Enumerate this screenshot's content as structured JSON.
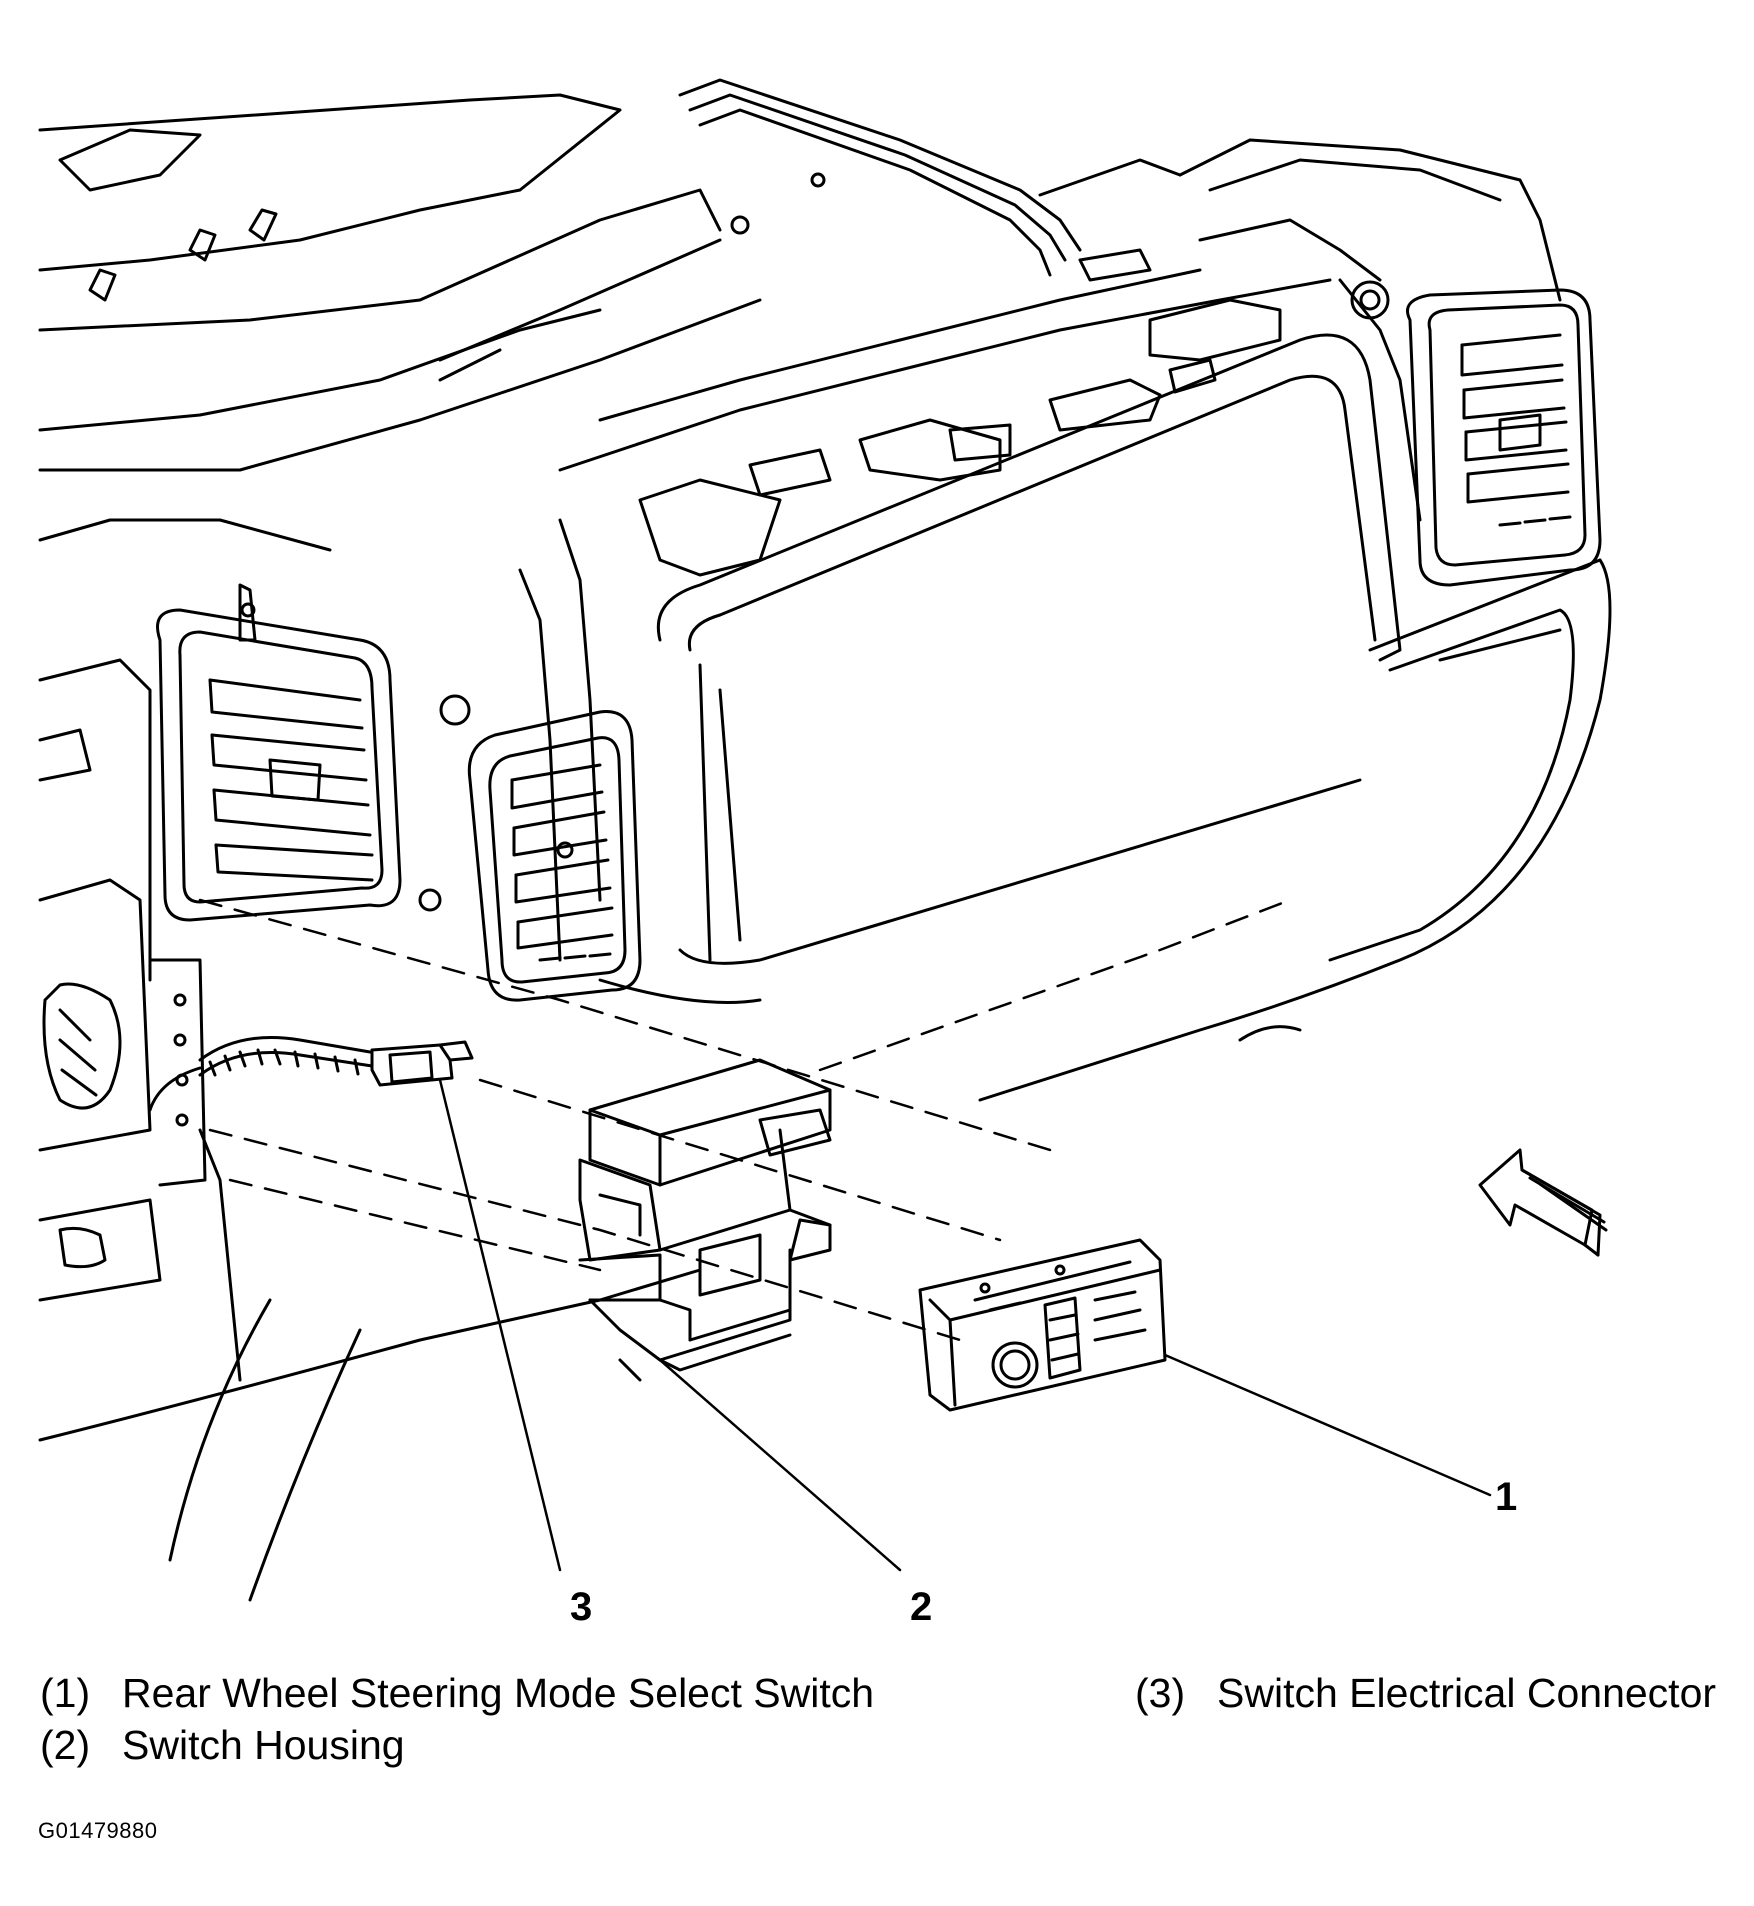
{
  "callouts": {
    "c1": "1",
    "c2": "2",
    "c3": "3"
  },
  "legend": {
    "items": [
      {
        "number": "(1)",
        "label": "Rear Wheel Steering Mode Select Switch"
      },
      {
        "number": "(2)",
        "label": "Switch Housing"
      },
      {
        "number": "(3)",
        "label": "Switch Electrical Connector"
      }
    ]
  },
  "figure_id": "G01479880"
}
